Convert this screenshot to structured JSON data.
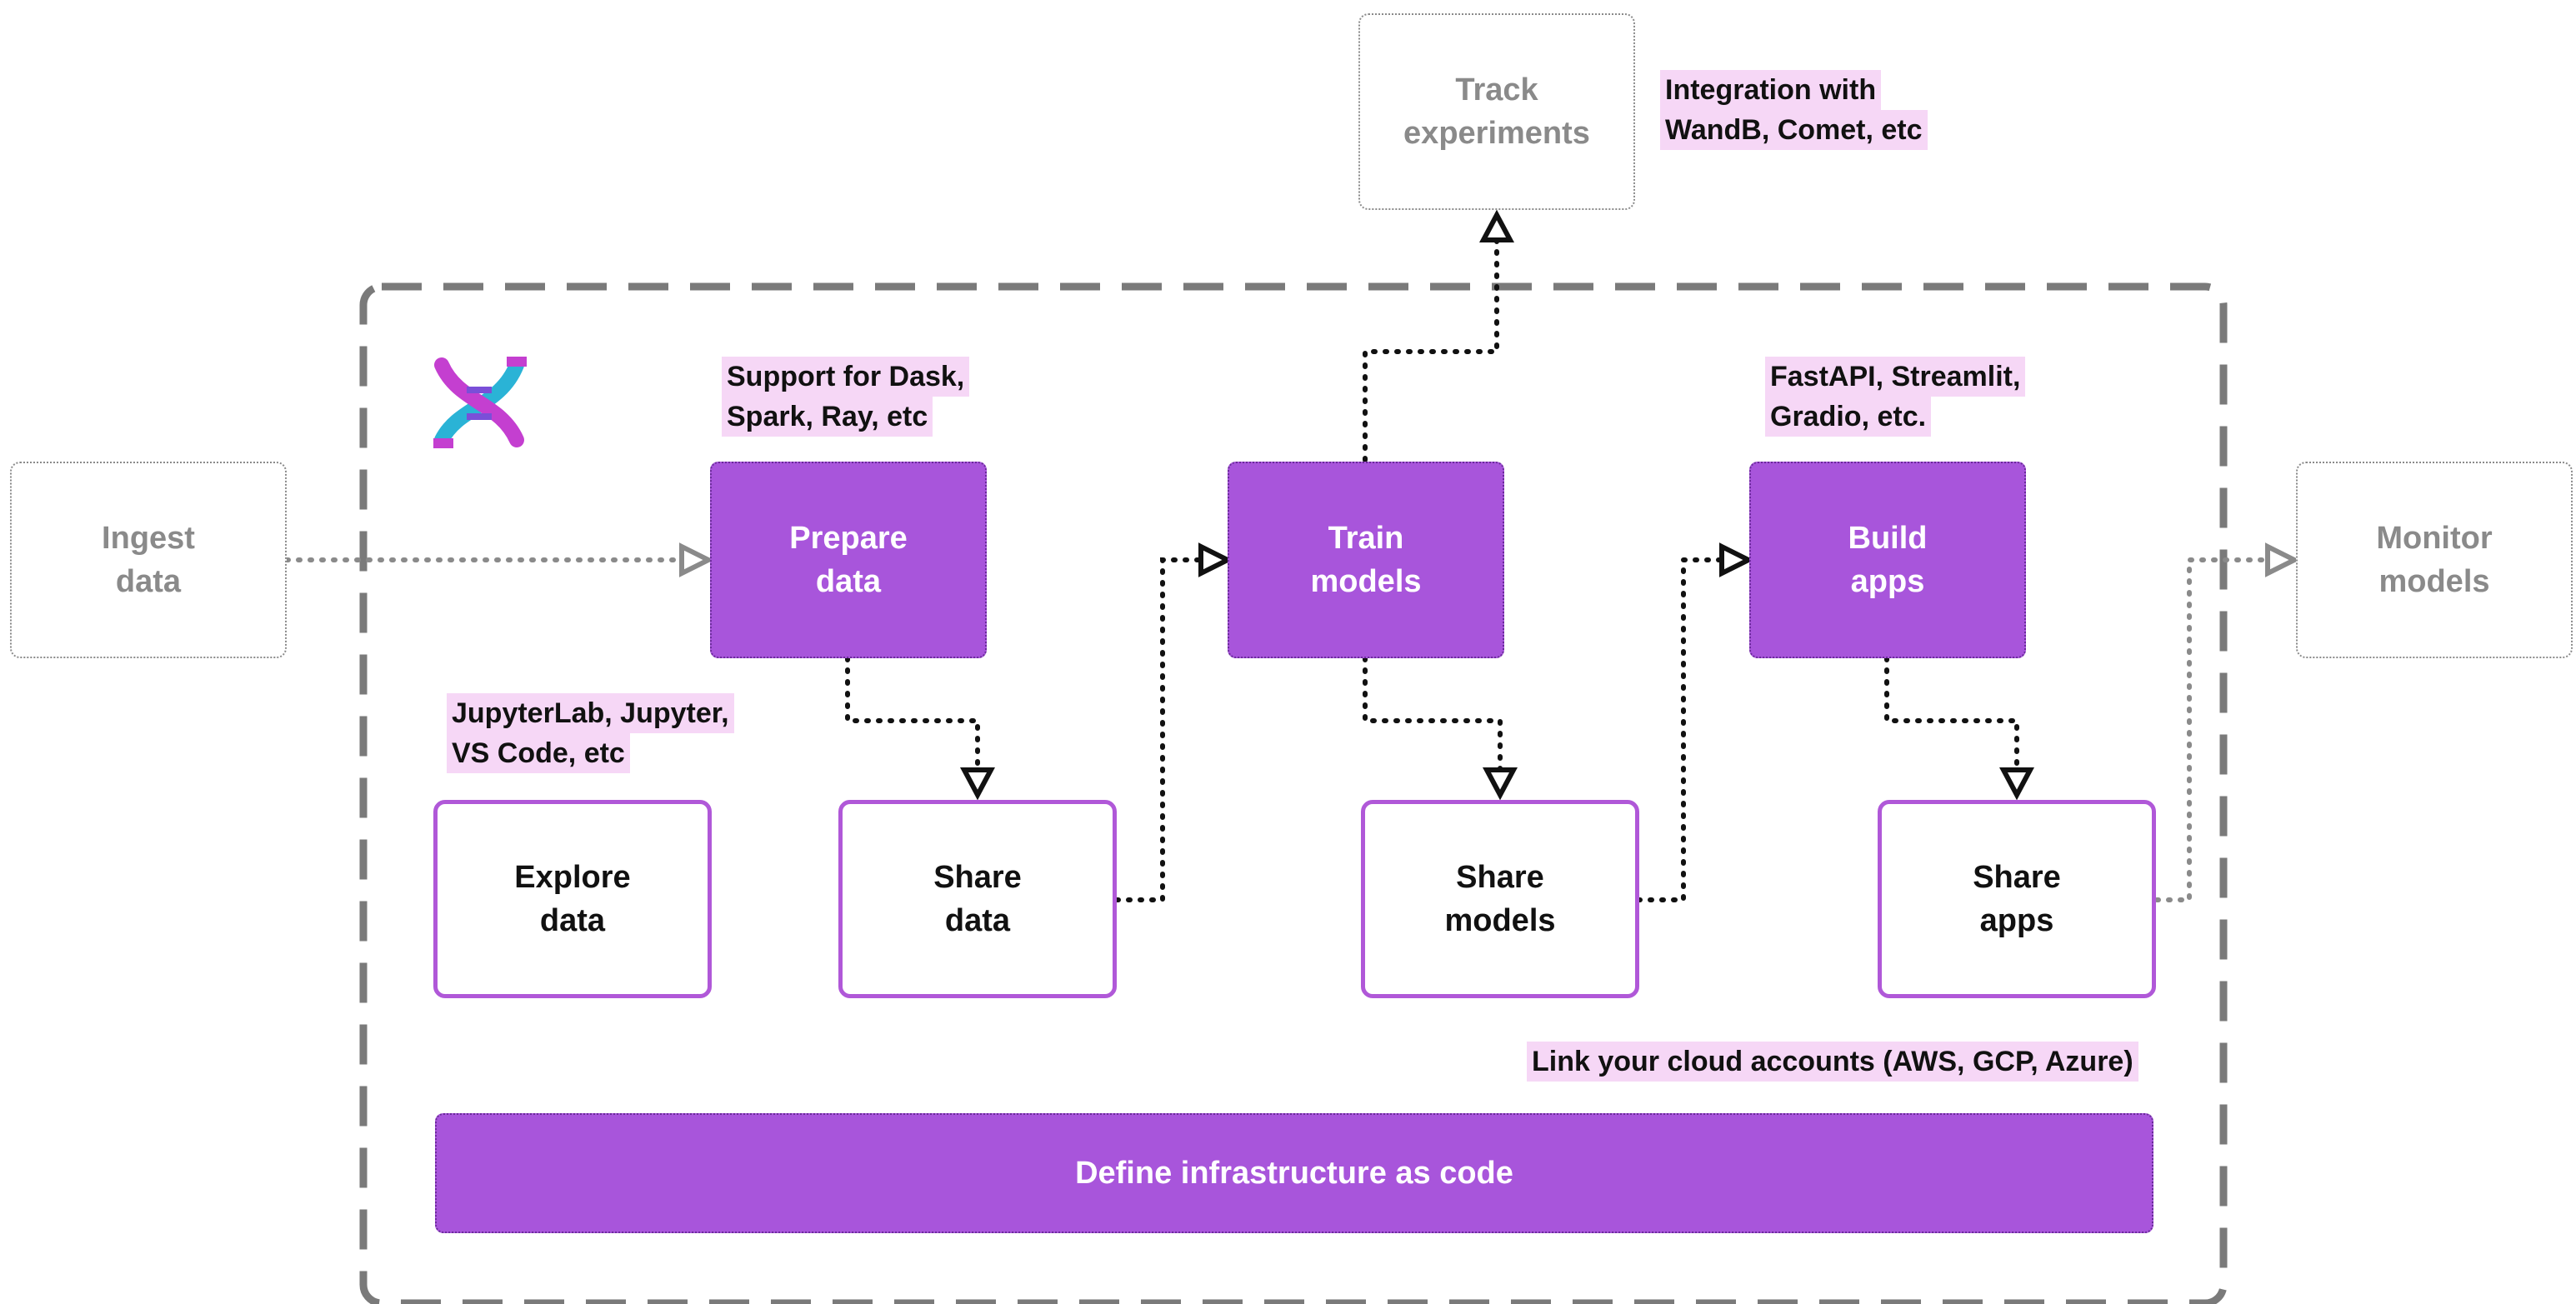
{
  "colors": {
    "accent": "#a855db",
    "outline": "#b058d8",
    "external": "#8a8a8a",
    "highlight": "#f6d7f6"
  },
  "external": {
    "ingest": "Ingest\ndata",
    "track": "Track\nexperiments",
    "monitor": "Monitor\nmodels"
  },
  "stages": {
    "prepare": "Prepare\ndata",
    "train": "Train\nmodels",
    "build": "Build\napps"
  },
  "share": {
    "explore": "Explore\ndata",
    "data": "Share\ndata",
    "models": "Share\nmodels",
    "apps": "Share\napps"
  },
  "notes": {
    "integration": [
      "Integration with",
      "WandB, Comet, etc"
    ],
    "support": [
      "Support for Dask,",
      "Spark, Ray, etc"
    ],
    "apps": [
      "FastAPI, Streamlit,",
      "Gradio, etc."
    ],
    "jupyter": [
      "JupyterLab, Jupyter,",
      "VS Code, etc"
    ],
    "cloud": "Link your cloud accounts (AWS, GCP, Azure)"
  },
  "infra": "Define infrastructure as code",
  "logo_icon": "dna-helix-icon"
}
